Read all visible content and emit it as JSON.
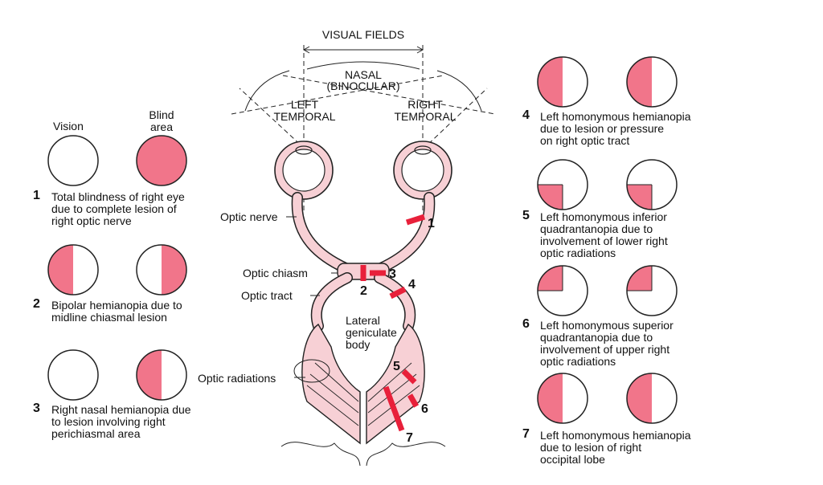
{
  "colors": {
    "blind": "#f1758a",
    "nerve": "#f7d0d5",
    "lesion": "#e8203a",
    "outline": "#222222"
  },
  "left_column": {
    "vision_header": "Vision",
    "blind_header": "Blind\narea",
    "items": [
      {
        "num": "1",
        "text": "Total blindness of right eye\ndue to complete lesion of\nright optic nerve",
        "left_field": "none",
        "right_field": "full"
      },
      {
        "num": "2",
        "text": "Bipolar hemianopia due to\nmidline chiasmal lesion",
        "left_field": "left-half",
        "right_field": "right-half"
      },
      {
        "num": "3",
        "text": "Right nasal hemianopia due\nto lesion involving right\nperichiasmal area",
        "left_field": "none",
        "right_field": "left-half"
      }
    ]
  },
  "right_column": {
    "items": [
      {
        "num": "4",
        "text": "Left homonymous hemianopia\ndue to lesion or pressure\non right optic tract",
        "left_field": "left-half",
        "right_field": "left-half"
      },
      {
        "num": "5",
        "text": "Left homonymous inferior\nquadrantanopia due to\ninvolvement of lower right\noptic radiations",
        "left_field": "lower-left-quadrant",
        "right_field": "lower-left-quadrant"
      },
      {
        "num": "6",
        "text": "Left homonymous superior\nquadrantanopia due to\ninvolvement of upper right\noptic radiations",
        "left_field": "upper-left-quadrant",
        "right_field": "upper-left-quadrant"
      },
      {
        "num": "7",
        "text": "Left homonymous hemianopia\ndue to lesion of right\noccipital lobe",
        "left_field": "left-half",
        "right_field": "left-half"
      }
    ]
  },
  "diagram": {
    "visual_fields": "VISUAL FIELDS",
    "nasal": "NASAL\n(BINOCULAR)",
    "left_temporal": "LEFT\nTEMPORAL",
    "right_temporal": "RIGHT\nTEMPORAL",
    "labels": {
      "optic_nerve": "Optic nerve",
      "optic_chiasm": "Optic chiasm",
      "optic_tract": "Optic tract",
      "lateral_geniculate": "Lateral\ngeniculate\nbody",
      "optic_radiations": "Optic radiations"
    },
    "lesion_numbers": [
      "1",
      "2",
      "3",
      "4",
      "5",
      "6",
      "7"
    ]
  }
}
